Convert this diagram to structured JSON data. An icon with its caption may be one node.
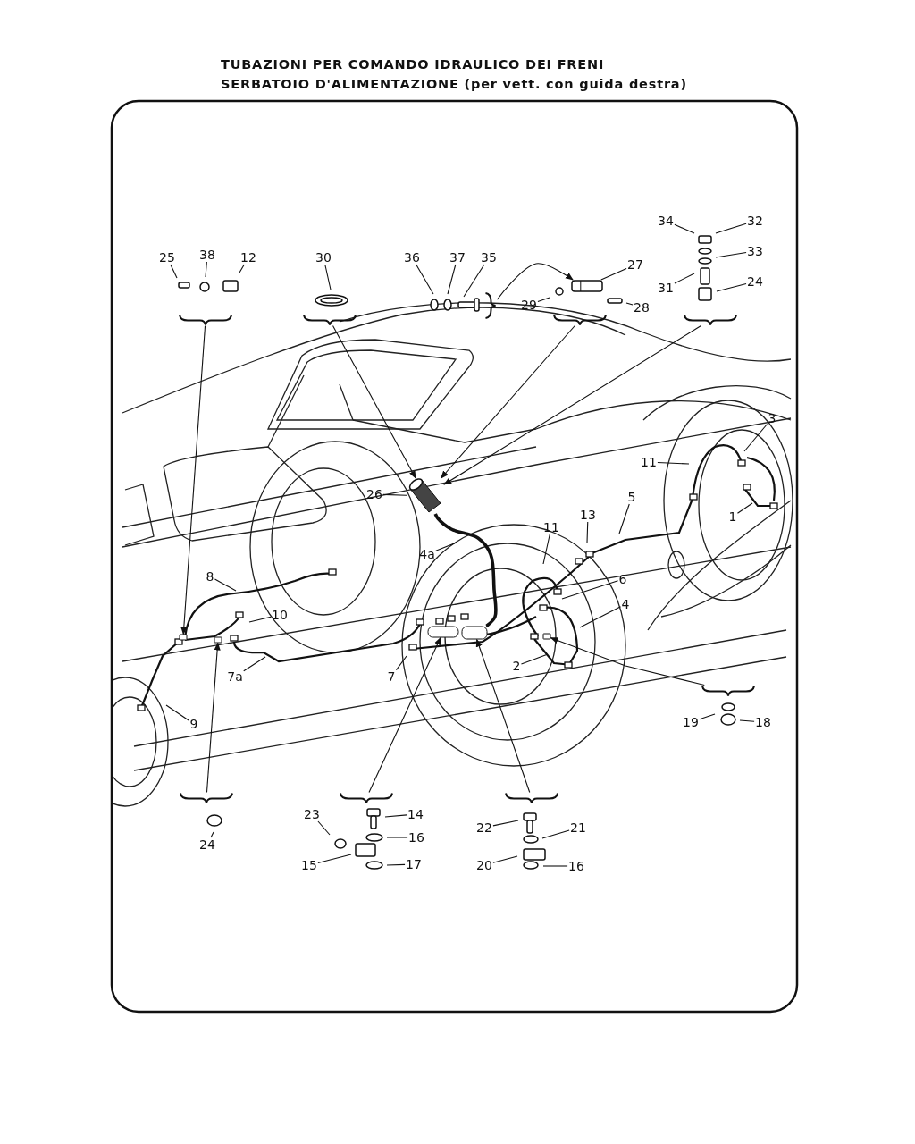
{
  "diagram": {
    "title": "TUBAZIONI PER COMANDO IDRAULICO DEI FRENI",
    "nodes": [
      {
        "text": [
          "34"
        ]
      },
      {
        "text": [
          "32"
        ]
      },
      {
        "text": [
          "33"
        ]
      },
      {
        "text": [
          "25"
        ]
      },
      {
        "text": [
          "38"
        ]
      },
      {
        "text": [
          "12"
        ]
      },
      {
        "text": [
          "30"
        ]
      },
      {
        "text": [
          "36"
        ]
      },
      {
        "text": [
          "37"
        ]
      },
      {
        "text": [
          "35"
        ]
      },
      {
        "text": [
          "27"
        ]
      },
      {
        "text": [
          "31"
        ]
      },
      {
        "text": [
          "24"
        ]
      },
      {
        "text": [
          "29"
        ]
      },
      {
        "text": [
          "28"
        ]
      },
      {
        "text": [
          "3"
        ]
      },
      {
        "text": [
          "11"
        ]
      },
      {
        "text": [
          "26"
        ]
      },
      {
        "text": [
          "1"
        ]
      },
      {
        "text": [
          "5"
        ]
      },
      {
        "text": [
          "13"
        ]
      },
      {
        "text": [
          "11"
        ]
      },
      {
        "text": [
          "4a"
        ]
      },
      {
        "text": [
          "6"
        ]
      },
      {
        "text": [
          "8"
        ]
      },
      {
        "text": [
          "10"
        ]
      },
      {
        "text": [
          "4"
        ]
      },
      {
        "text": [
          "7a"
        ]
      },
      {
        "text": [
          "7"
        ]
      },
      {
        "text": [
          "2"
        ]
      },
      {
        "text": [
          "9"
        ]
      },
      {
        "text": [
          "19"
        ]
      },
      {
        "text": [
          "18"
        ]
      },
      {
        "text": [
          "23"
        ]
      },
      {
        "text": [
          "14"
        ]
      },
      {
        "text": [
          "16"
        ]
      },
      {
        "text": [
          "22"
        ]
      },
      {
        "text": [
          "21"
        ]
      },
      {
        "text": [
          "24"
        ]
      },
      {
        "text": [
          "15"
        ]
      },
      {
        "text": [
          "17"
        ]
      },
      {
        "text": [
          "20"
        ]
      },
      {
        "text": [
          "16"
        ]
      },
      {
        "text": [],
        "shape": "brace"
      },
      {
        "text": [],
        "shape": "brace"
      },
      {
        "text": [],
        "shape": "brace"
      },
      {
        "text": [],
        "shape": "brace"
      },
      {
        "text": [],
        "shape": "brace"
      },
      {
        "text": [],
        "shape": "brace"
      },
      {
        "text": [],
        "shape": "brace"
      },
      {
        "text": [],
        "shape": "brace"
      },
      {
        "text": [],
        "shape": "brace"
      },
      {
        "text": [],
        "shape": "cylinder"
      },
      {
        "text": [],
        "shape": "picture"
      },
      {
        "text": [],
        "shape": "box"
      },
      {
        "text": [],
        "shape": "box"
      },
      {
        "text": [],
        "shape": "box"
      },
      {
        "text": [],
        "shape": "box"
      },
      {
        "text": [],
        "shape": "box"
      }
    ],
    "edges": [
      {
        "from": 0,
        "to": null,
        "arrow": "none"
      },
      {
        "from": 1,
        "to": null,
        "arrow": "none"
      },
      {
        "from": 2,
        "to": null,
        "arrow": "none"
      },
      {
        "from": 3,
        "to": null,
        "arrow": "none"
      },
      {
        "from": 4,
        "to": null,
        "arrow": "none"
      },
      {
        "from": 5,
        "to": null,
        "arrow": "none"
      },
      {
        "from": 6,
        "to": null,
        "arrow": "none"
      },
      {
        "from": 7,
        "to": null,
        "arrow": "none"
      },
      {
        "from": 8,
        "to": null,
        "arrow": "none"
      },
      {
        "from": 9,
        "to": null,
        "arrow": "none"
      },
      {
        "from": 10,
        "to": 53,
        "arrow": "none"
      },
      {
        "from": 11,
        "to": null,
        "arrow": "none"
      },
      {
        "from": 12,
        "to": null,
        "arrow": "none"
      },
      {
        "from": 13,
        "to": null,
        "arrow": "none"
      },
      {
        "from": 14,
        "to": null,
        "arrow": "none"
      },
      {
        "from": 15,
        "to": null,
        "arrow": "none"
      },
      {
        "from": 16,
        "to": null,
        "arrow": "none"
      },
      {
        "from": 17,
        "to": 52,
        "arrow": "none"
      },
      {
        "from": 18,
        "to": null,
        "arrow": "none"
      },
      {
        "from": 19,
        "to": null,
        "arrow": "none"
      },
      {
        "from": 20,
        "to": null,
        "arrow": "none"
      },
      {
        "from": 21,
        "to": null,
        "arrow": "none"
      },
      {
        "from": 22,
        "to": null,
        "arrow": "none"
      },
      {
        "from": 23,
        "to": null,
        "arrow": "none"
      },
      {
        "from": 24,
        "to": null,
        "arrow": "none"
      },
      {
        "from": 25,
        "to": null,
        "arrow": "none"
      },
      {
        "from": 26,
        "to": null,
        "arrow": "none"
      },
      {
        "from": 27,
        "to": null,
        "arrow": "none"
      },
      {
        "from": 28,
        "to": null,
        "arrow": "none"
      },
      {
        "from": 29,
        "to": null,
        "arrow": "none"
      },
      {
        "from": 30,
        "to": null,
        "arrow": "none"
      },
      {
        "from": 31,
        "to": null,
        "arrow": "none"
      },
      {
        "from": 32,
        "to": null,
        "arrow": "none"
      },
      {
        "from": 33,
        "to": null,
        "arrow": "none"
      },
      {
        "from": 34,
        "to": null,
        "arrow": "none"
      },
      {
        "from": 35,
        "to": null,
        "arrow": "none"
      },
      {
        "from": 36,
        "to": null,
        "arrow": "none"
      },
      {
        "from": 37,
        "to": null,
        "arrow": "none"
      },
      {
        "from": 38,
        "to": null,
        "arrow": "none"
      },
      {
        "from": 39,
        "to": null,
        "arrow": "none"
      },
      {
        "from": 40,
        "to": null,
        "arrow": "none"
      },
      {
        "from": 41,
        "to": null,
        "arrow": "none"
      },
      {
        "from": 42,
        "to": null,
        "arrow": "none"
      },
      {
        "from": 43,
        "to": 56,
        "arrow": "to"
      },
      {
        "from": 44,
        "to": 52,
        "arrow": "to"
      },
      {
        "from": 45,
        "to": 53,
        "arrow": "to"
      },
      {
        "from": 46,
        "to": 52,
        "arrow": "to"
      },
      {
        "from": 47,
        "to": 52,
        "arrow": "to"
      },
      {
        "from": 48,
        "to": 54,
        "arrow": "to"
      },
      {
        "from": 49,
        "to": 55,
        "arrow": "to"
      },
      {
        "from": 50,
        "to": 57,
        "arrow": "to"
      },
      {
        "from": 51,
        "to": 58,
        "arrow": "to"
      },
      {
        "from": 52,
        "to": 58,
        "arrow": "none",
        "style": "thick"
      }
    ],
    "labels": [
      "SERBATOIO D'ALIMENTAZIONE (per vett. con guida destra)"
    ]
  }
}
